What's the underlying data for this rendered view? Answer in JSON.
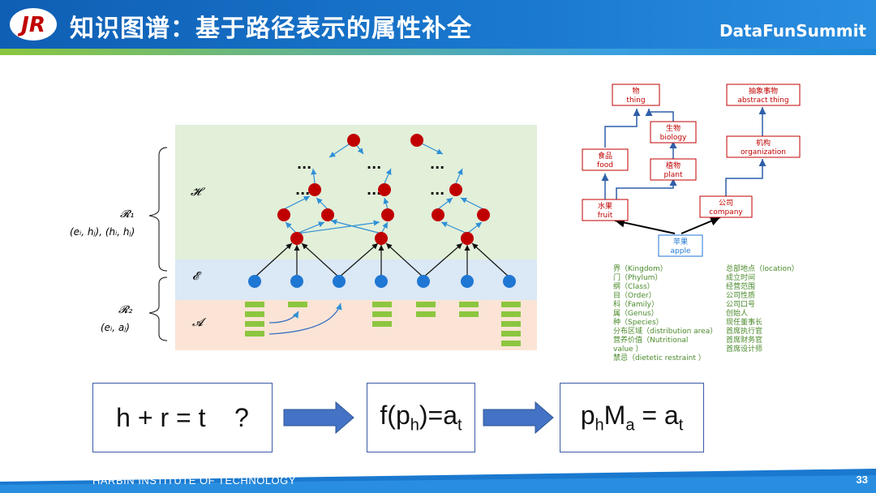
{
  "header": {
    "title": "知识图谱：基于路径表示的属性补全",
    "brand": "DataFunSummit",
    "logo_text": "JR"
  },
  "footer": {
    "institution": "HARBIN INSTITUTE OF TECHNOLOGY",
    "page_number": "33"
  },
  "diagram": {
    "layer_H": "𝓗",
    "layer_E": "𝓔",
    "layer_A": "𝓐",
    "dots": "···",
    "r1_label": "𝓡₁",
    "r1_tuple": "(eᵢ, hⱼ), (hᵢ, hⱼ)",
    "r2_label": "𝓡₂",
    "r2_tuple": "(eᵢ, aⱼ)",
    "colors": {
      "h_bg": "#e2efd9",
      "e_bg": "#dbe8f5",
      "a_bg": "#fbe4d5",
      "node_red": "#c00000",
      "node_blue": "#1f77d4",
      "attr_green": "#8cc63f"
    }
  },
  "taxonomy": {
    "thing": {
      "zh": "物",
      "en": "thing"
    },
    "abstract_thing": {
      "zh": "抽象事物",
      "en": "abstract thing"
    },
    "biology": {
      "zh": "生物",
      "en": "biology"
    },
    "organization": {
      "zh": "机构",
      "en": "organization"
    },
    "food": {
      "zh": "食品",
      "en": "food"
    },
    "plant": {
      "zh": "植物",
      "en": "plant"
    },
    "fruit": {
      "zh": "水果",
      "en": "fruit"
    },
    "company": {
      "zh": "公司",
      "en": "company"
    },
    "apple": {
      "zh": "苹果",
      "en": "apple"
    },
    "attrs_left": [
      "界（Kingdom）",
      "门（Phylum）",
      "纲（Class）",
      "目（Order）",
      "科（Family）",
      "属（Genus）",
      "种（Species）",
      "分布区域（distribution area）",
      "营养价值（Nutritional",
      "value  ）",
      "禁忌（dietetic restraint ）"
    ],
    "attrs_right": [
      "总部地点（location）",
      "成立时间",
      "经营范围",
      "公司性质",
      "公司口号",
      "创始人",
      "现任董事长",
      "首席执行官",
      "首席财务官",
      "首席设计师"
    ]
  },
  "formulas": {
    "f1": "h + r = t    ?",
    "f2_pre": "f(p",
    "f2_sub1": "h",
    "f2_mid": ")=a",
    "f2_sub2": "t",
    "f3_p": "p",
    "f3_sub1": "h",
    "f3_M": "M",
    "f3_sub2": "a",
    "f3_eq": " = a",
    "f3_sub3": "t"
  }
}
